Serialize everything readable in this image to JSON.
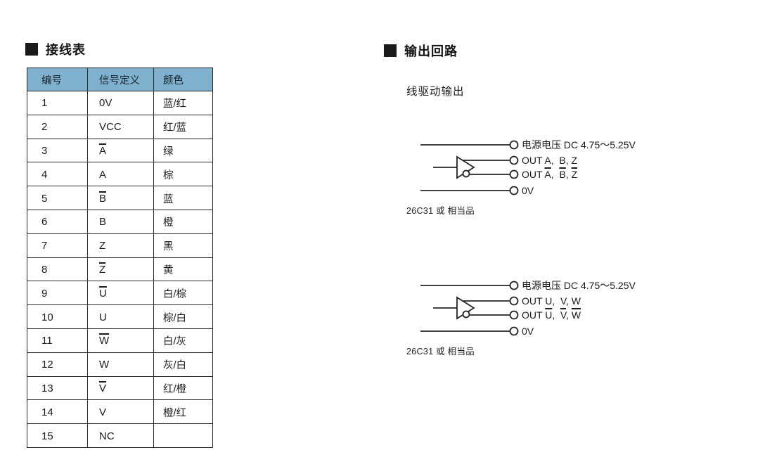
{
  "wiring_section": {
    "title": "接线表",
    "table": {
      "header_bg": "#7fb0cd",
      "border_color": "#2b2b2b",
      "headers": [
        "编号",
        "信号定义",
        "颜色"
      ],
      "rows": [
        {
          "no": "1",
          "signal": "0V",
          "bar": false,
          "color": "蓝/红"
        },
        {
          "no": "2",
          "signal": "VCC",
          "bar": false,
          "color": "红/蓝"
        },
        {
          "no": "3",
          "signal": "A",
          "bar": true,
          "color": "绿"
        },
        {
          "no": "4",
          "signal": "A",
          "bar": false,
          "color": "棕"
        },
        {
          "no": "5",
          "signal": "B",
          "bar": true,
          "color": "蓝"
        },
        {
          "no": "6",
          "signal": "B",
          "bar": false,
          "color": "橙"
        },
        {
          "no": "7",
          "signal": "Z",
          "bar": false,
          "color": "黑"
        },
        {
          "no": "8",
          "signal": "Z",
          "bar": true,
          "color": "黄"
        },
        {
          "no": "9",
          "signal": "U",
          "bar": true,
          "color": "白/棕"
        },
        {
          "no": "10",
          "signal": "U",
          "bar": false,
          "color": "棕/白"
        },
        {
          "no": "11",
          "signal": "W",
          "bar": true,
          "color": "白/灰"
        },
        {
          "no": "12",
          "signal": "W",
          "bar": false,
          "color": "灰/白"
        },
        {
          "no": "13",
          "signal": "V",
          "bar": true,
          "color": "红/橙"
        },
        {
          "no": "14",
          "signal": "V",
          "bar": false,
          "color": "橙/红"
        },
        {
          "no": "15",
          "signal": "NC",
          "bar": false,
          "color": ""
        }
      ]
    }
  },
  "output_section": {
    "title": "输出回路",
    "subtitle": "线驱动输出",
    "circuits": [
      {
        "caption": "26C31 或 相当品",
        "lines": [
          {
            "tokens": [
              {
                "t": "电源电压 DC 4.75～5.25V"
              }
            ]
          },
          {
            "tokens": [
              {
                "t": "OUT A,  B, Z"
              }
            ]
          },
          {
            "tokens": [
              {
                "t": "OUT "
              },
              {
                "t": "A",
                "bar": true
              },
              {
                "t": ",  "
              },
              {
                "t": "B",
                "bar": true
              },
              {
                "t": ", "
              },
              {
                "t": "Z",
                "bar": true
              }
            ]
          },
          {
            "tokens": [
              {
                "t": "0V"
              }
            ]
          }
        ]
      },
      {
        "caption": "26C31 或 相当品",
        "lines": [
          {
            "tokens": [
              {
                "t": "电源电压 DC 4.75～5.25V"
              }
            ]
          },
          {
            "tokens": [
              {
                "t": "OUT U,  V, W"
              }
            ]
          },
          {
            "tokens": [
              {
                "t": "OUT "
              },
              {
                "t": "U",
                "bar": true
              },
              {
                "t": ",  "
              },
              {
                "t": "V",
                "bar": true
              },
              {
                "t": ", "
              },
              {
                "t": "W",
                "bar": true
              }
            ]
          },
          {
            "tokens": [
              {
                "t": "0V"
              }
            ]
          }
        ]
      }
    ]
  }
}
